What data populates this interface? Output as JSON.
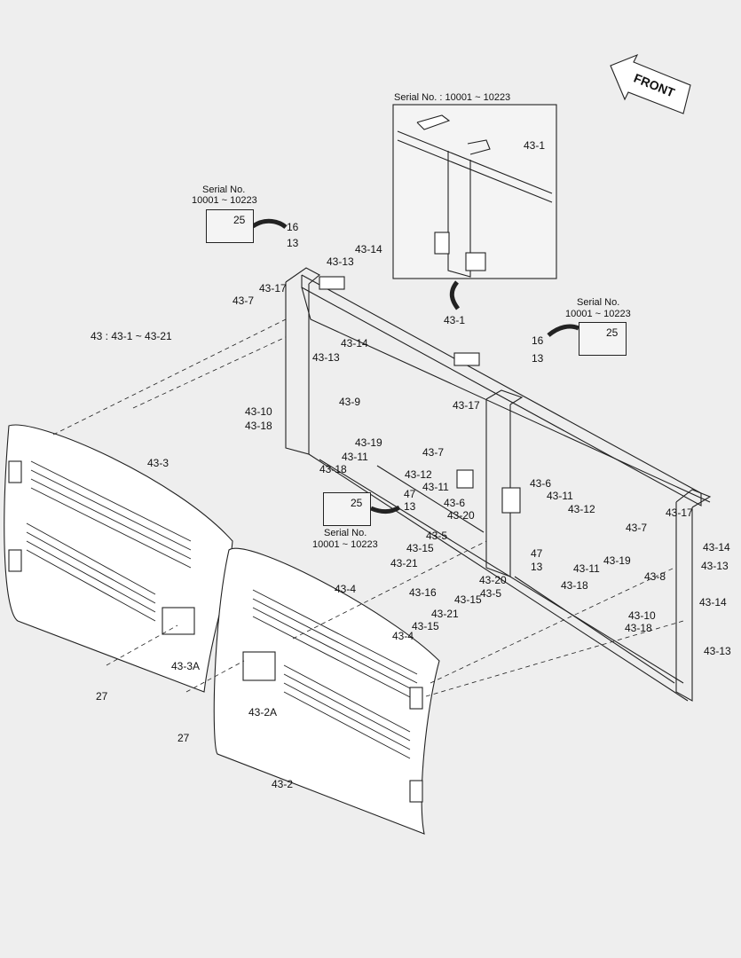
{
  "front_label": "FRONT",
  "group_note": "43 : 43-1 ~ 43-21",
  "serial_inset_title": "Serial No. : 10001 ~ 10223",
  "serial_notes": [
    {
      "line1": "Serial No.",
      "line2": "10001 ~ 10223",
      "part": "25"
    },
    {
      "line1": "Serial No.",
      "line2": "10001 ~ 10223",
      "part": "25"
    },
    {
      "line1": "Serial No.",
      "line2": "10001 ~ 10223",
      "part": "25"
    }
  ],
  "callouts": [
    "43-1",
    "43-1",
    "16",
    "13",
    "43-13",
    "43-14",
    "43-17",
    "43-7",
    "16",
    "13",
    "43-14",
    "43-13",
    "43-9",
    "43-10",
    "43-18",
    "43-19",
    "43-11",
    "43-18",
    "43-17",
    "43-7",
    "43-12",
    "43-11",
    "43-6",
    "47",
    "13",
    "43-20",
    "43-6",
    "43-11",
    "43-12",
    "43-5",
    "43-15",
    "43-21",
    "43-16",
    "43-20",
    "43-5",
    "43-15",
    "43-4",
    "43-21",
    "43-15",
    "43-4",
    "47",
    "13",
    "43-17",
    "43-7",
    "43-14",
    "43-13",
    "43-11",
    "43-19",
    "43-18",
    "43-8",
    "43-10",
    "43-18",
    "43-14",
    "43-13",
    "43-3",
    "43-3A",
    "27",
    "43-2A",
    "27",
    "43-2"
  ]
}
